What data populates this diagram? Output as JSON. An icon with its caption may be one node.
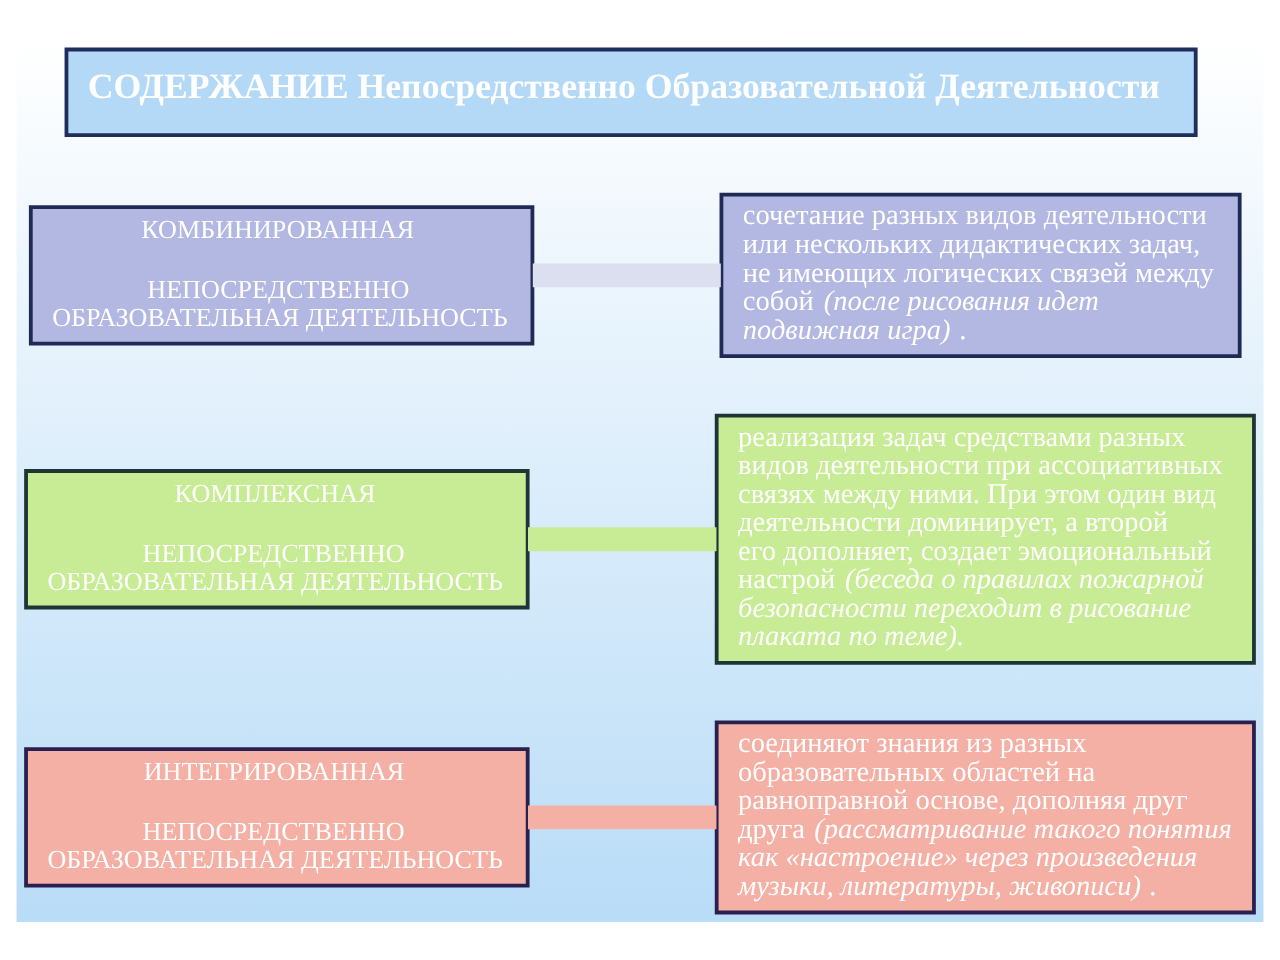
{
  "diagram": {
    "nodes": [
      {
        "text": [
          "СОДЕРЖАНИЕ Непосредственно Образовательной Деятельности"
        ]
      },
      {
        "text": [
          "КОМБИНИРОВАННАЯ",
          "НЕПОСРЕДСТВЕННО ОБРАЗОВАТЕЛЬНАЯ ДЕЯТЕЛЬНОСТЬ"
        ]
      },
      {
        "text": [
          "сочетание разных видов деятельности или нескольких дидактических задач, не имеющих логических связей между собой *(после рисования идет подвижная игра)* ."
        ]
      },
      {
        "text": [
          "КОМПЛЕКСНАЯ",
          "НЕПОСРЕДСТВЕННО ОБРАЗОВАТЕЛЬНАЯ ДЕЯТЕЛЬНОСТЬ"
        ]
      },
      {
        "text": [
          "реализация задач средствами разных видов деятельности при ассоциативных связях между ними. При этом один вид деятельности доминирует, а второй его дополняет, создает эмоциональный настрой *(беседа о правилах пожарной безопасности переходит в рисование плаката по теме).*"
        ]
      },
      {
        "text": [
          "ИНТЕГРИРОВАННАЯ",
          "НЕПОСРЕДСТВЕННО ОБРАЗОВАТЕЛЬНАЯ ДЕЯТЕЛЬНОСТЬ"
        ]
      },
      {
        "text": [
          "соединяют знания из разных образовательных областей на равноправной основе, дополняя друг друга *(рассматривание такого понятия как «настроение» через произведения музыки, литературы, живописи)* ."
        ]
      }
    ],
    "edges": [
      {
        "from": 1,
        "to": 2,
        "arrow": "none",
        "color": "#dcdff0"
      },
      {
        "from": 3,
        "to": 4,
        "arrow": "none",
        "color": "#c8ec96"
      },
      {
        "from": 5,
        "to": 6,
        "arrow": "none",
        "color": "#f5b0a5"
      }
    ]
  }
}
